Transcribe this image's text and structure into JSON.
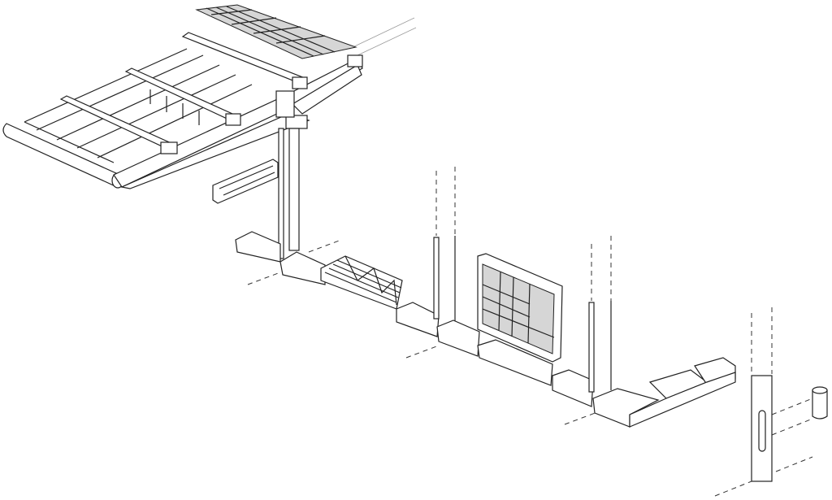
{
  "drawing": {
    "style": "axonometric line drawing",
    "components": [
      "canopy-roof",
      "solar-panel",
      "support-column",
      "route-sign",
      "bench-seating",
      "concrete-curb-blocks",
      "information-board",
      "pole-markers",
      "waste-bin"
    ],
    "colors": {
      "line": "#222222",
      "panel_fill": "#d6d6d6",
      "background": "#ffffff"
    }
  }
}
